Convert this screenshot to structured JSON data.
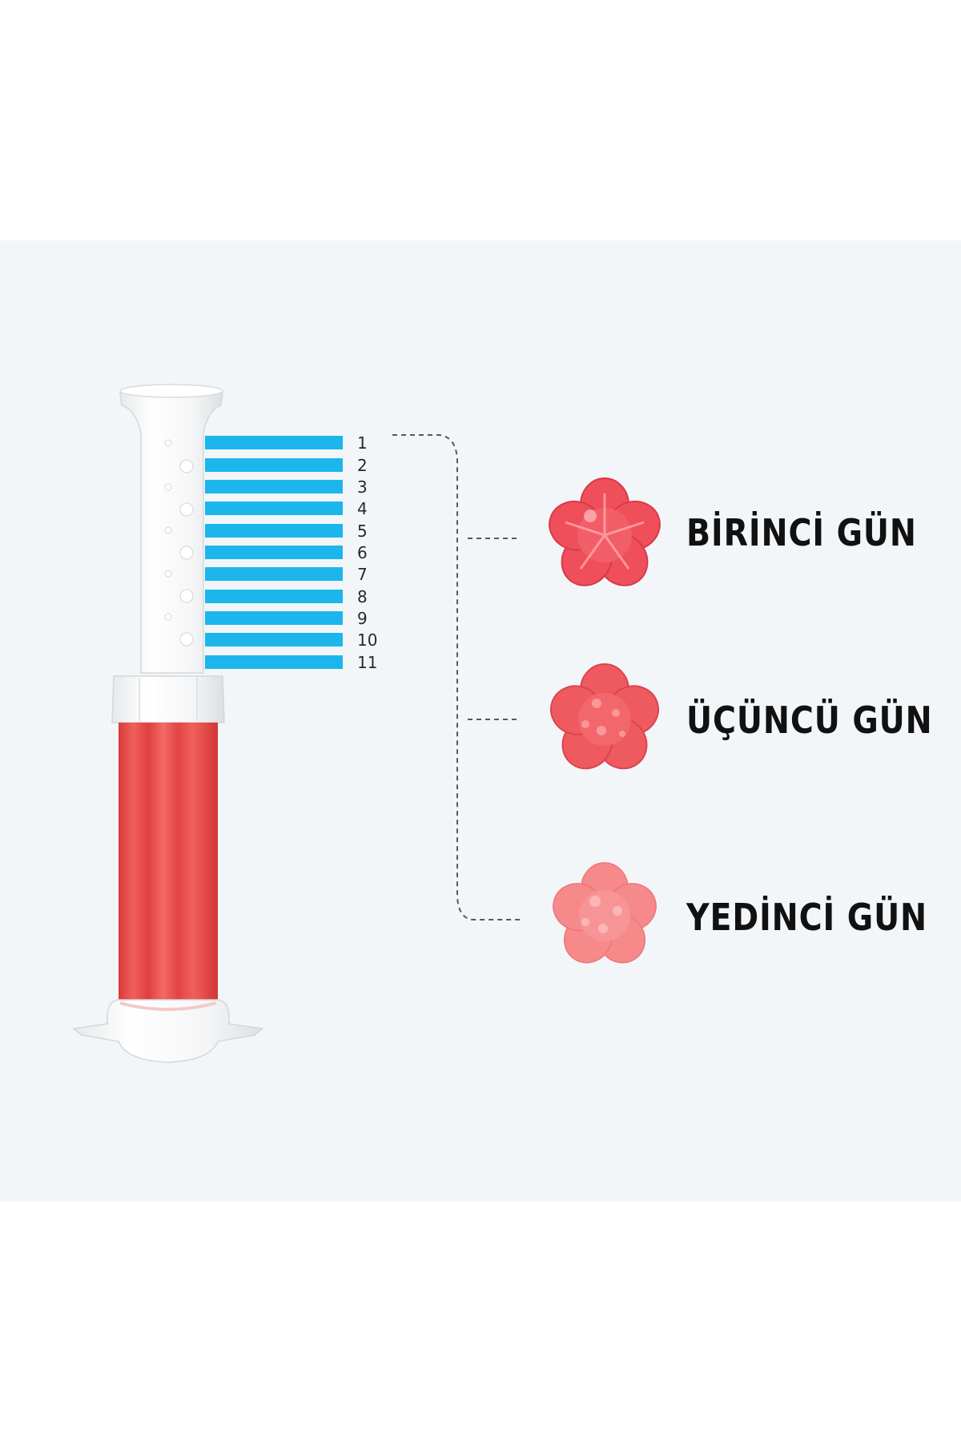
{
  "colors": {
    "background": "#ffffff",
    "panel": "#f3f6f9",
    "scale_bar": "#1cb6ec",
    "body_red": "#e84a4a",
    "cap_white": "#f7f7f7",
    "gel_day1": "#ef4f5a",
    "gel_day3": "#ef5a5e",
    "gel_day7": "#f6898a"
  },
  "scale": {
    "marks": [
      "1",
      "2",
      "3",
      "4",
      "5",
      "6",
      "7",
      "8",
      "9",
      "10",
      "11"
    ]
  },
  "stages": [
    {
      "label": "BİRİNCİ GÜN",
      "icon": "flower-gel-icon"
    },
    {
      "label": "ÜÇÜNCÜ GÜN",
      "icon": "flower-gel-icon"
    },
    {
      "label": "YEDİNCİ GÜN",
      "icon": "flower-gel-icon"
    }
  ]
}
